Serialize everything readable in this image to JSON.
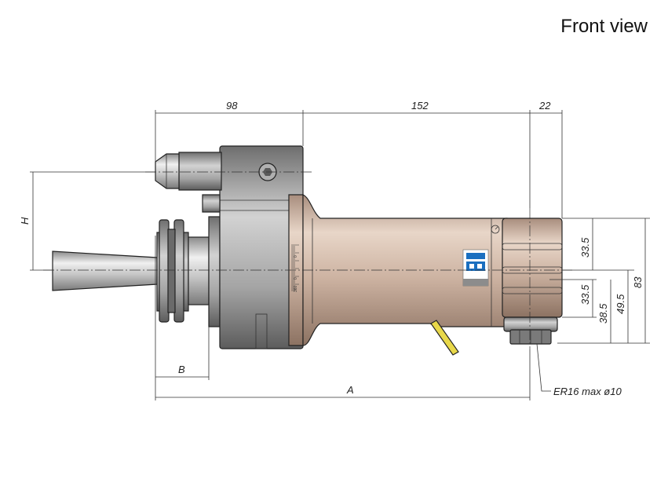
{
  "view_title": "Front view",
  "dimensions": {
    "top_1": "98",
    "top_2": "152",
    "top_3": "22",
    "height_h": "H",
    "offset_b": "B",
    "length_a": "A",
    "right_1": "33.5",
    "right_2": "33.5",
    "right_3": "38.5",
    "right_4": "49.5",
    "right_5": "83"
  },
  "callout": "ER16 max ø10",
  "colors": {
    "body": "#cdb3a2",
    "steel": "#c8c8c8",
    "dark_steel": "#9a9a9a",
    "logo_blue": "#1a6fc0",
    "pin": "#e8d84a"
  },
  "icons": [
    "brand-logo-icon",
    "gauge-icon",
    "hex-socket-icon"
  ]
}
